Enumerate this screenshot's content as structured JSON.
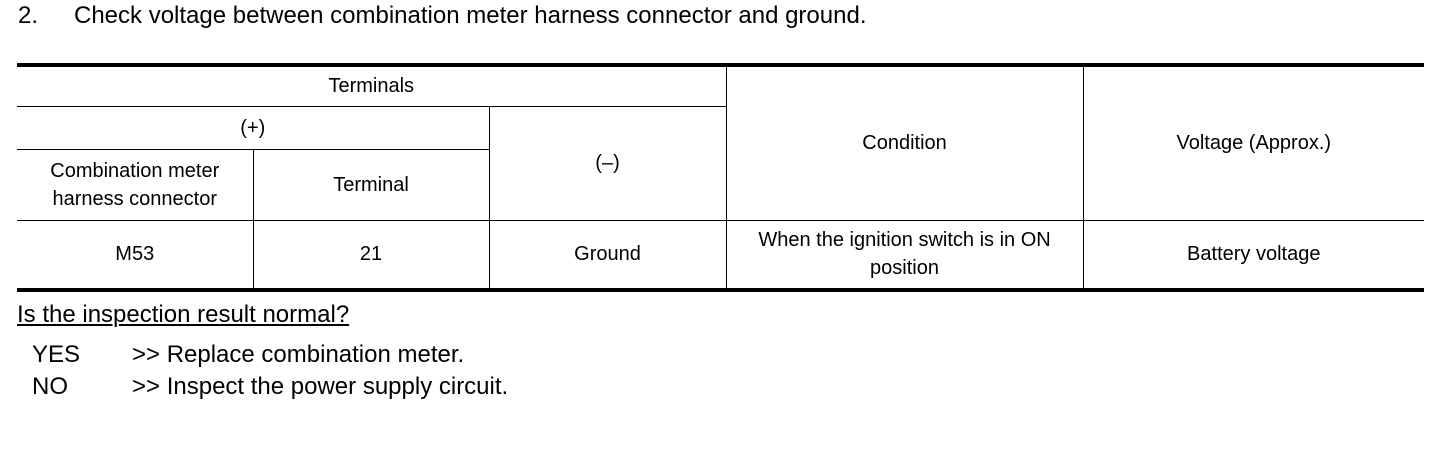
{
  "step": {
    "number": "2.",
    "text": "Check voltage between combination meter harness connector and ground."
  },
  "table": {
    "headers": {
      "terminals": "Terminals",
      "plus": "(+)",
      "connector": "Combination meter harness connector",
      "terminal": "Terminal",
      "minus": "(–)",
      "condition": "Condition",
      "voltage": "Voltage (Approx.)"
    },
    "rows": [
      {
        "connector": "M53",
        "terminal": "21",
        "minus": "Ground",
        "condition": "When the ignition switch is in ON position",
        "voltage": "Battery voltage"
      }
    ]
  },
  "question": "Is the inspection result normal?",
  "answers": [
    {
      "key": "YES",
      "text": ">> Replace combination meter."
    },
    {
      "key": "NO",
      "text": ">> Inspect the power supply circuit."
    }
  ]
}
